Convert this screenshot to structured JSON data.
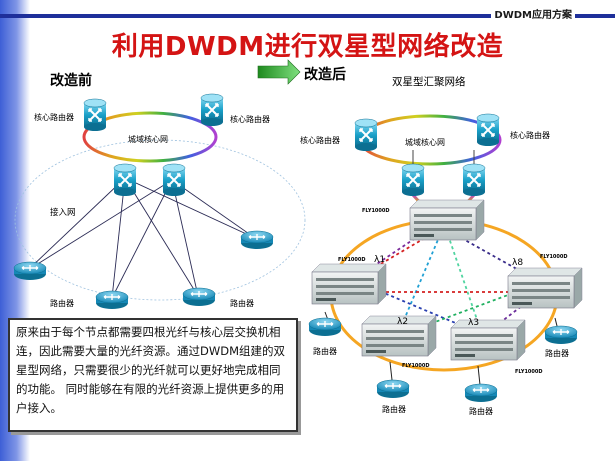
{
  "header": {
    "tag": "DWDM应用方案",
    "title": "利用DWDM进行双星型网络改造"
  },
  "before": {
    "heading": "改造前",
    "core_label_left": "核心路由器",
    "core_label_right": "核心路由器",
    "core_ring_label": "城域核心网",
    "access_label": "接入网",
    "router_label_1": "路由器",
    "router_label_2": "路由器"
  },
  "after": {
    "heading": "改造后",
    "subheading": "双星型汇聚网络",
    "core_label_left": "核心路由器",
    "core_label_right": "核心路由器",
    "core_ring_label": "城域核心网",
    "device_name": "FLY1000D",
    "lambda_1": "λ1",
    "lambda_2": "λ2",
    "lambda_3": "λ3",
    "lambda_8": "λ8",
    "router_label": "路由器"
  },
  "description": "原来由于每个节点都需要四根光纤与核心层交换机相连，因此需要大量的光纤资源。通过DWDM组建的双星型网络，只需要很少的光纤就可以更好地完成相同的功能。 同时能够在有限的光纤资源上提供更多的用户接入。",
  "colors": {
    "title": "#d41414",
    "device_blue": "#1aa0c8",
    "arrow_green": "#2faa2f",
    "ring_orange": "#f5a623"
  }
}
